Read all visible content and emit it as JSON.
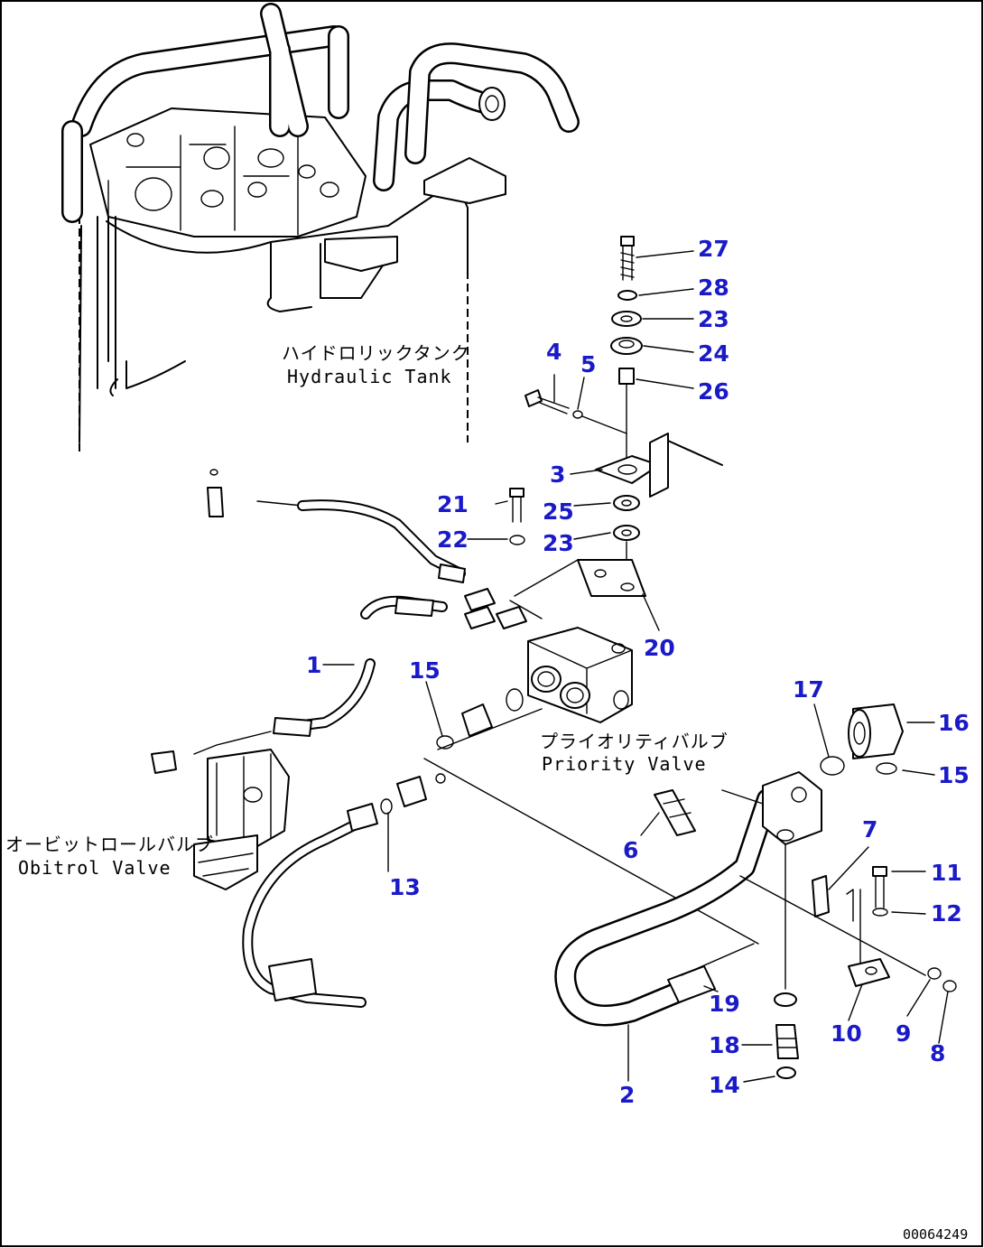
{
  "labels": {
    "hydraulic_tank_jp": "ハイドロリックタンク",
    "hydraulic_tank_en": "Hydraulic Tank",
    "priority_valve_jp": "プライオリティバルブ",
    "priority_valve_en": "Priority Valve",
    "obitrol_valve_jp": "オービットロールバルブ",
    "obitrol_valve_en": "Obitrol Valve"
  },
  "callouts": {
    "c1": "1",
    "c2": "2",
    "c3": "3",
    "c4": "4",
    "c5": "5",
    "c6": "6",
    "c7": "7",
    "c8": "8",
    "c9": "9",
    "c10": "10",
    "c11": "11",
    "c12": "12",
    "c13": "13",
    "c14": "14",
    "c15a": "15",
    "c15b": "15",
    "c16": "16",
    "c17": "17",
    "c18": "18",
    "c19": "19",
    "c20": "20",
    "c21": "21",
    "c22": "22",
    "c23a": "23",
    "c23b": "23",
    "c24": "24",
    "c25": "25",
    "c26": "26",
    "c27": "27",
    "c28": "28"
  },
  "drawing_code": "00064249",
  "colors": {
    "callout": "#1a1ac8",
    "line": "#000000",
    "background": "#ffffff"
  }
}
